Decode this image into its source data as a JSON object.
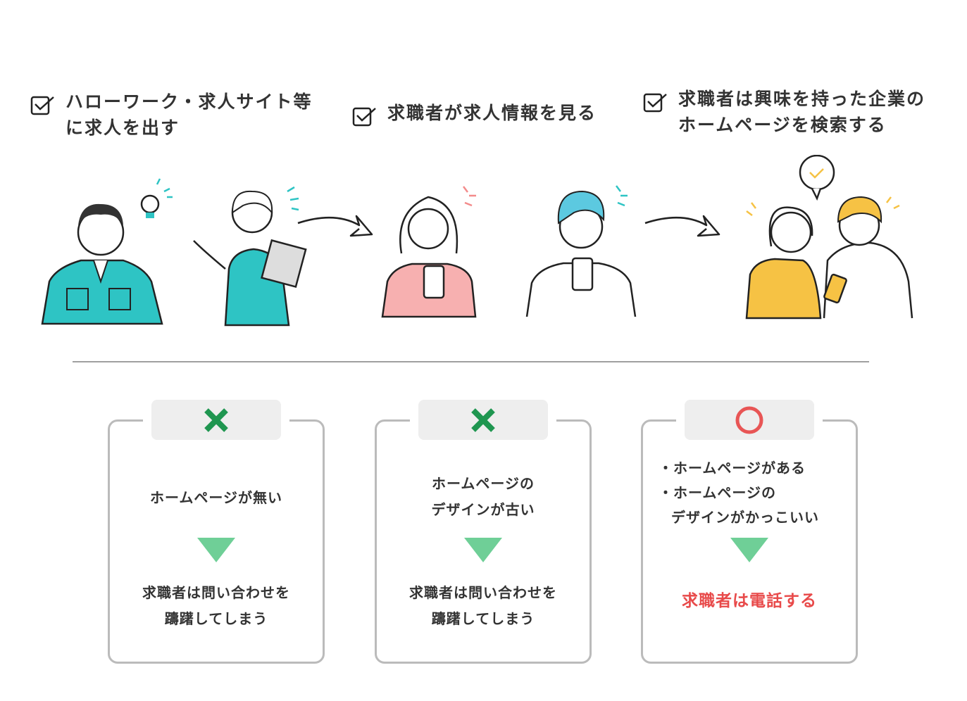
{
  "steps": [
    {
      "line1": "ハローワーク・求人サイト等",
      "line2": "に求人を出す"
    },
    {
      "line1": "求職者が求人情報を見る"
    },
    {
      "line1": "求職者は興味を持った企業の",
      "line2": "ホームページを検索する"
    }
  ],
  "cards": [
    {
      "mark": "cross",
      "condition": "ホームページが無い",
      "result_line1": "求職者は問い合わせを",
      "result_line2": "躊躇してしまう"
    },
    {
      "mark": "cross",
      "condition_line1": "ホームページの",
      "condition_line2": "デザインが古い",
      "result_line1": "求職者は問い合わせを",
      "result_line2": "躊躇してしまう"
    },
    {
      "mark": "circle",
      "bullets": [
        "・ホームページがある",
        "・ホームページの"
      ],
      "bullet_cont": "デザインがかっこいい",
      "result": "求職者は電話する"
    }
  ],
  "colors": {
    "cross": "#1f9650",
    "circle": "#e85555",
    "triangle": "#6fcf97",
    "teal": "#2ec4c4",
    "pink": "#f7b0b0",
    "yellow": "#f6c244",
    "result_red": "#e84a4a"
  }
}
